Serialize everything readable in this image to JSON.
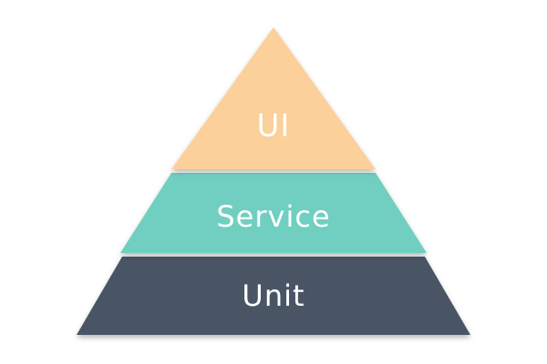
{
  "pyramid": {
    "tiers": [
      {
        "label": "UI",
        "color": "#fbd09b"
      },
      {
        "label": "Service",
        "color": "#6fcfc0"
      },
      {
        "label": "Unit",
        "color": "#485565"
      }
    ]
  }
}
